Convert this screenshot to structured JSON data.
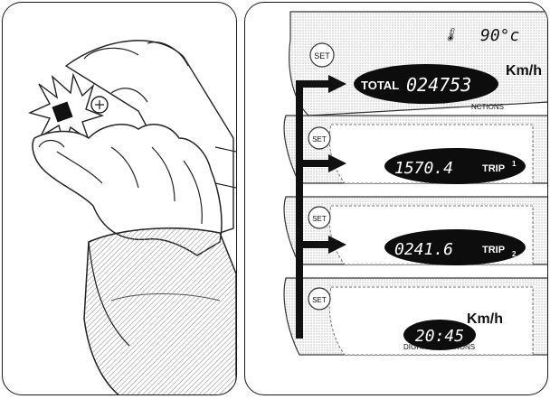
{
  "meter": {
    "temperature": "90°c",
    "speed_unit": "Km/h",
    "set_label": "SET",
    "brand_label": "DIGITAL FUNCTIONS",
    "brand_partial": "NCTIONS"
  },
  "readouts": [
    {
      "label": "TOTAL",
      "value": "024753"
    },
    {
      "value": "1570.4",
      "label": "TRIP",
      "index": "1"
    },
    {
      "value": "0241.6",
      "label": "TRIP",
      "index": "2"
    },
    {
      "value": "20:45"
    }
  ],
  "colors": {
    "ink": "#111111",
    "oval": "#0d0d0d",
    "paper": "#ffffff",
    "shade": "#bdbdbd"
  }
}
